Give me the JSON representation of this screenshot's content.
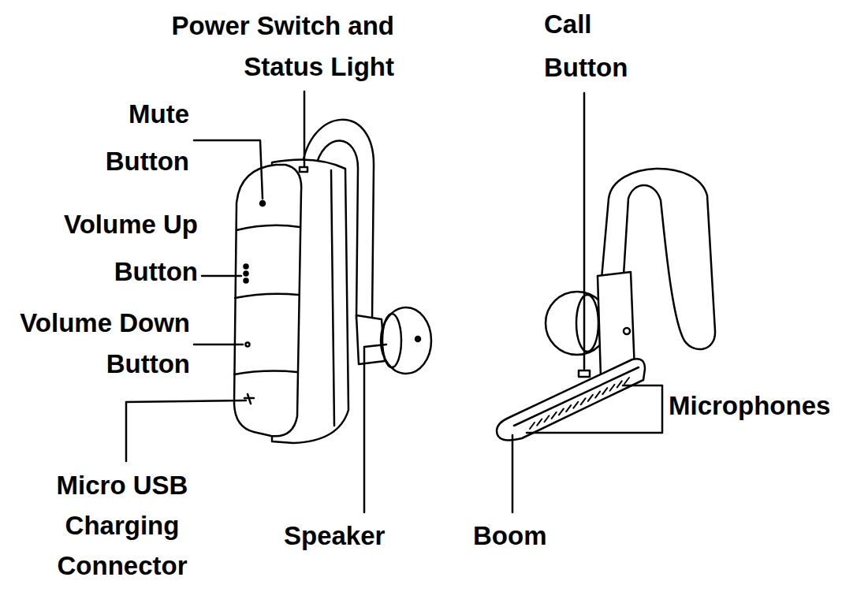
{
  "diagram": {
    "labels": [
      "Power Switch and Status Light",
      "Call Button",
      "Mute Button",
      "Volume Up Button",
      "Volume Down Button",
      "Microphones",
      "Micro USB Charging Connector",
      "Speaker",
      "Boom"
    ]
  }
}
